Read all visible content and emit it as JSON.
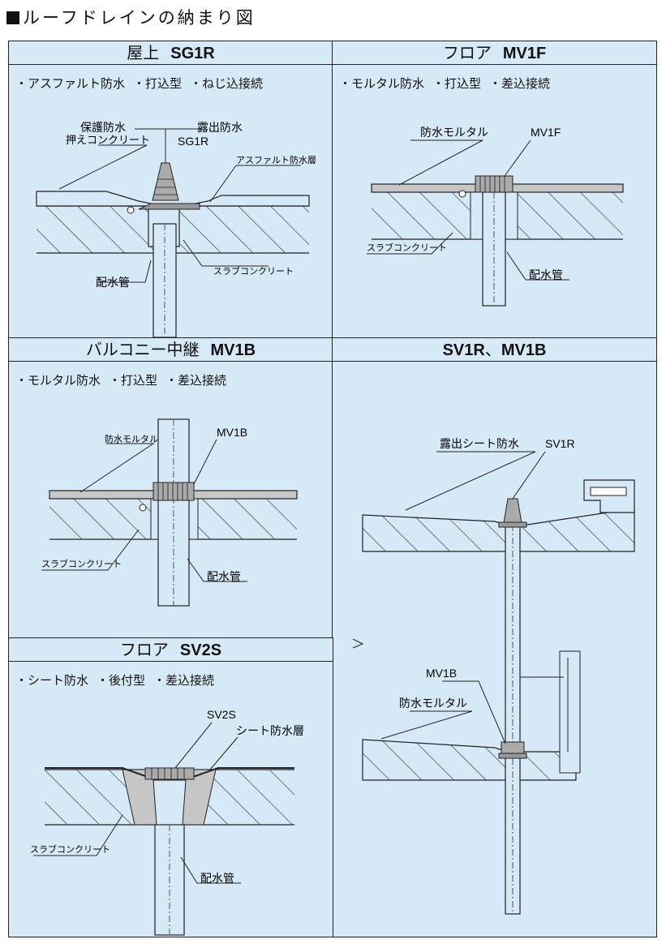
{
  "title": "ルーフドレインの納まり図",
  "panels": {
    "p1": {
      "title": "屋上",
      "model": "SG1R",
      "specs": [
        "・アスファルト防水",
        "・打込型",
        "・ねじ込接続"
      ],
      "labels": {
        "protective": "保護防水",
        "exposed": "露出防水",
        "model": "SG1R",
        "concrete": "押えコンクリート",
        "layer": "アスファルト防水層",
        "slab": "スラブコンクリート",
        "pipe": "配水管"
      }
    },
    "p2": {
      "title": "フロア",
      "model": "MV1F",
      "specs": [
        "・モルタル防水",
        "・打込型",
        "・差込接続"
      ],
      "labels": {
        "mortar": "防水モルタル",
        "model": "MV1F",
        "slab": "スラブコンクリート",
        "pipe": "配水管"
      }
    },
    "p3": {
      "title": "バルコニー中継",
      "model": "MV1B",
      "specs": [
        "・モルタル防水",
        "・打込型",
        "・差込接続"
      ],
      "labels": {
        "mortar": "防水モルタル",
        "model": "MV1B",
        "slab": "スラブコンクリート",
        "pipe": "配水管"
      }
    },
    "p4": {
      "title_a": "SV1R",
      "title_sep": "、",
      "title_b": "MV1B",
      "labels": {
        "sheet": "露出シート防水",
        "model_top": "SV1R",
        "model_bottom": "MV1B",
        "mortar": "防水モルタル"
      }
    },
    "p5": {
      "title": "フロア",
      "model": "SV2S",
      "specs": [
        "・シート防水",
        "・後付型",
        "・差込接続"
      ],
      "labels": {
        "model": "SV2S",
        "layer": "シート防水層",
        "slab": "スラブコンクリート",
        "pipe": "配水管"
      }
    }
  }
}
